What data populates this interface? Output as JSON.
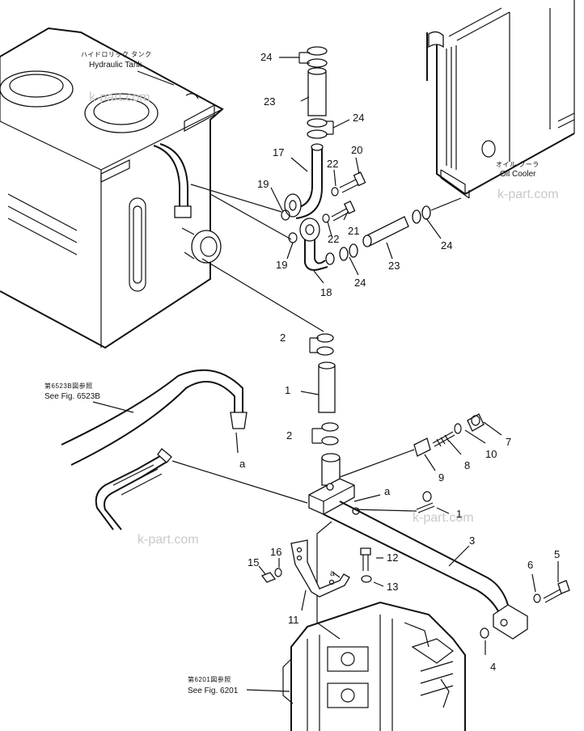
{
  "labels": {
    "hydraulic_tank_jp": "ハイドロリック タンク",
    "hydraulic_tank_en": "Hydraulic Tank",
    "oil_cooler_jp": "オイル クーラ",
    "oil_cooler_en": "Oil Cooler",
    "see_fig_6523b_jp": "第6523B図参照",
    "see_fig_6523b_en": "See Fig. 6523B",
    "see_fig_6201_jp": "第6201図参照",
    "see_fig_6201_en": "See Fig. 6201",
    "ref_a": "a"
  },
  "watermarks": [
    "k-part.com",
    "k-part.com",
    "k-part.com",
    "k-part.com"
  ],
  "callouts": {
    "n24a": "24",
    "n23a": "23",
    "n24b": "24",
    "n17": "17",
    "n20": "20",
    "n19a": "19",
    "n22a": "22",
    "n21": "21",
    "n22b": "22",
    "n19b": "19",
    "n18": "18",
    "n24c": "24",
    "n23b": "23",
    "n24d": "24",
    "n2a": "2",
    "n1": "1",
    "n2b": "2",
    "n7": "7",
    "n10": "10",
    "n8": "8",
    "n9": "9",
    "n1b": "1",
    "n3": "3",
    "n16": "16",
    "n15": "15",
    "n12": "12",
    "n13": "13",
    "n11": "11",
    "n6": "6",
    "n5": "5",
    "n4": "4"
  }
}
